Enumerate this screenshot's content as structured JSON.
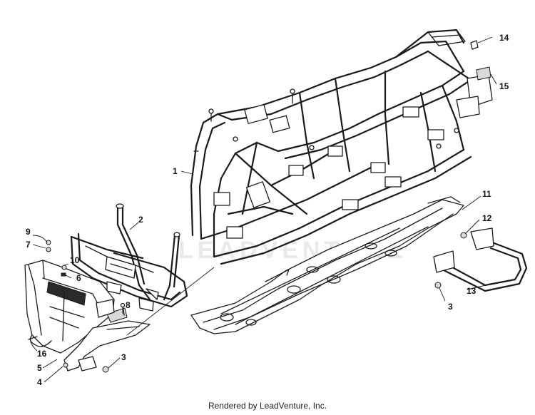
{
  "watermark": "LEADVENTURE",
  "footer": "Rendered by LeadVenture, Inc.",
  "callouts": {
    "c1": "1",
    "c2": "2",
    "c3a": "3",
    "c3b": "3",
    "c4": "4",
    "c5": "5",
    "c6": "6",
    "c7": "7",
    "c8": "8",
    "c9": "9",
    "c10": "10",
    "c11": "11",
    "c12": "12",
    "c13": "13",
    "c14": "14",
    "c15": "15",
    "c16": "16"
  }
}
